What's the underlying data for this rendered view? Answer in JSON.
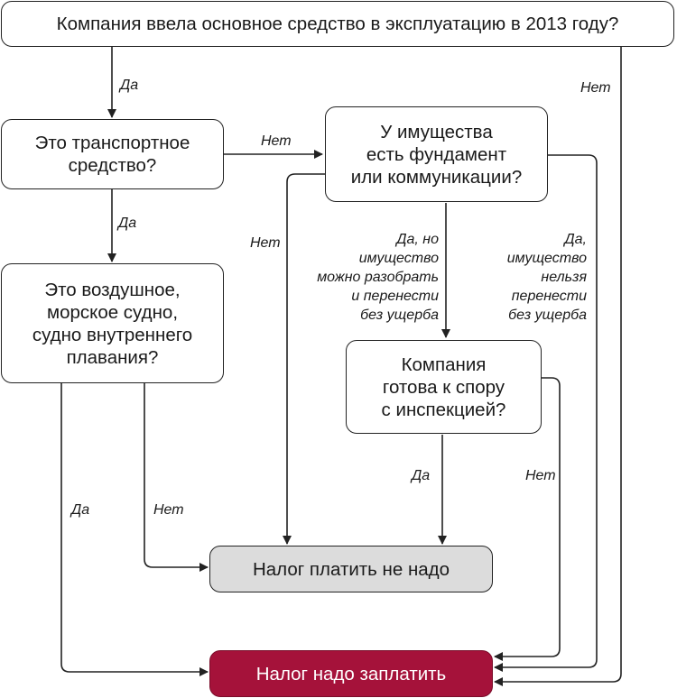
{
  "nodes": {
    "q_start": "Компания ввела основное средство в эксплуатацию в 2013 году?",
    "q_transport": "Это транспортное\nсредство?",
    "q_foundation": "У имущества\nесть фундамент\nили коммуникации?",
    "q_vessel": "Это воздушное,\nморское судно,\nсудно внутреннего\nплавания?",
    "q_dispute": "Компания\nготова к спору\nс инспекцией?",
    "no_tax": "Налог платить не надо",
    "pay_tax": "Налог надо заплатить"
  },
  "edge_labels": {
    "start_yes": "Да",
    "start_no": "Нет",
    "transport_no": "Нет",
    "transport_yes": "Да",
    "foundation_no": "Нет",
    "foundation_yes_movable": "Да, но\nимущество\nможно разобрать\nи перенести\nбез ущерба",
    "foundation_yes_fixed": "Да,\nимущество\nнельзя\nперенести\nбез ущерба",
    "vessel_yes": "Да",
    "vessel_no": "Нет",
    "dispute_yes": "Да",
    "dispute_no": "Нет"
  },
  "colors": {
    "no_tax_fill": "#dcdcdc",
    "pay_tax_fill": "#a5123a",
    "pay_tax_text": "#ffffff",
    "line": "#222222"
  }
}
